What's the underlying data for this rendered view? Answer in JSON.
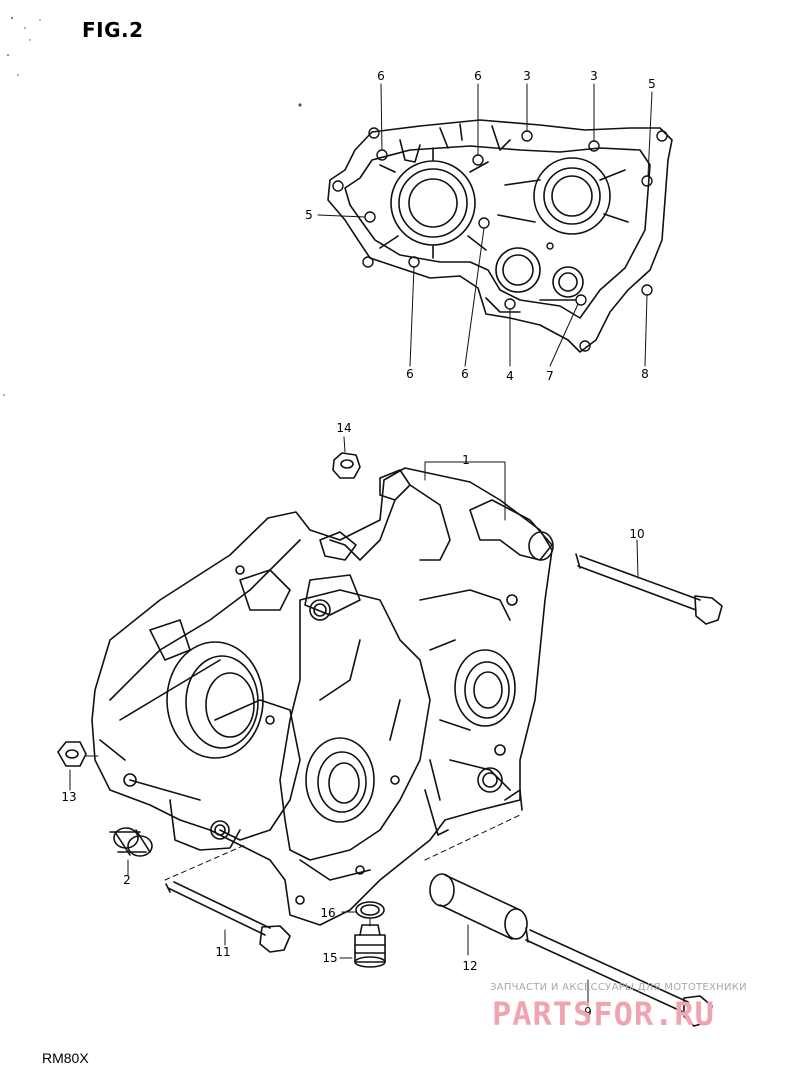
{
  "figure": {
    "title": "FIG.2",
    "model": "RM80X"
  },
  "watermark": {
    "tagline": "ЗАПЧАСТИ И АКСЕССУАРЫ ДЛЯ МОТОТЕХНИКИ",
    "brand": "PARTSFOR.RU"
  },
  "callouts": {
    "top_6a": "6",
    "top_6b": "6",
    "top_3a": "3",
    "top_3b": "3",
    "top_5a": "5",
    "left_5": "5",
    "bottom_6a": "6",
    "bottom_6b": "6",
    "bottom_4": "4",
    "bottom_7": "7",
    "bottom_8": "8",
    "c14": "14",
    "c1": "1",
    "c10": "10",
    "c13": "13",
    "c2": "2",
    "c16": "16",
    "c11": "11",
    "c15": "15",
    "c12": "12",
    "c9": "9"
  },
  "colors": {
    "ink": "#111111",
    "background": "#ffffff",
    "watermark": "#f2a3b0"
  }
}
